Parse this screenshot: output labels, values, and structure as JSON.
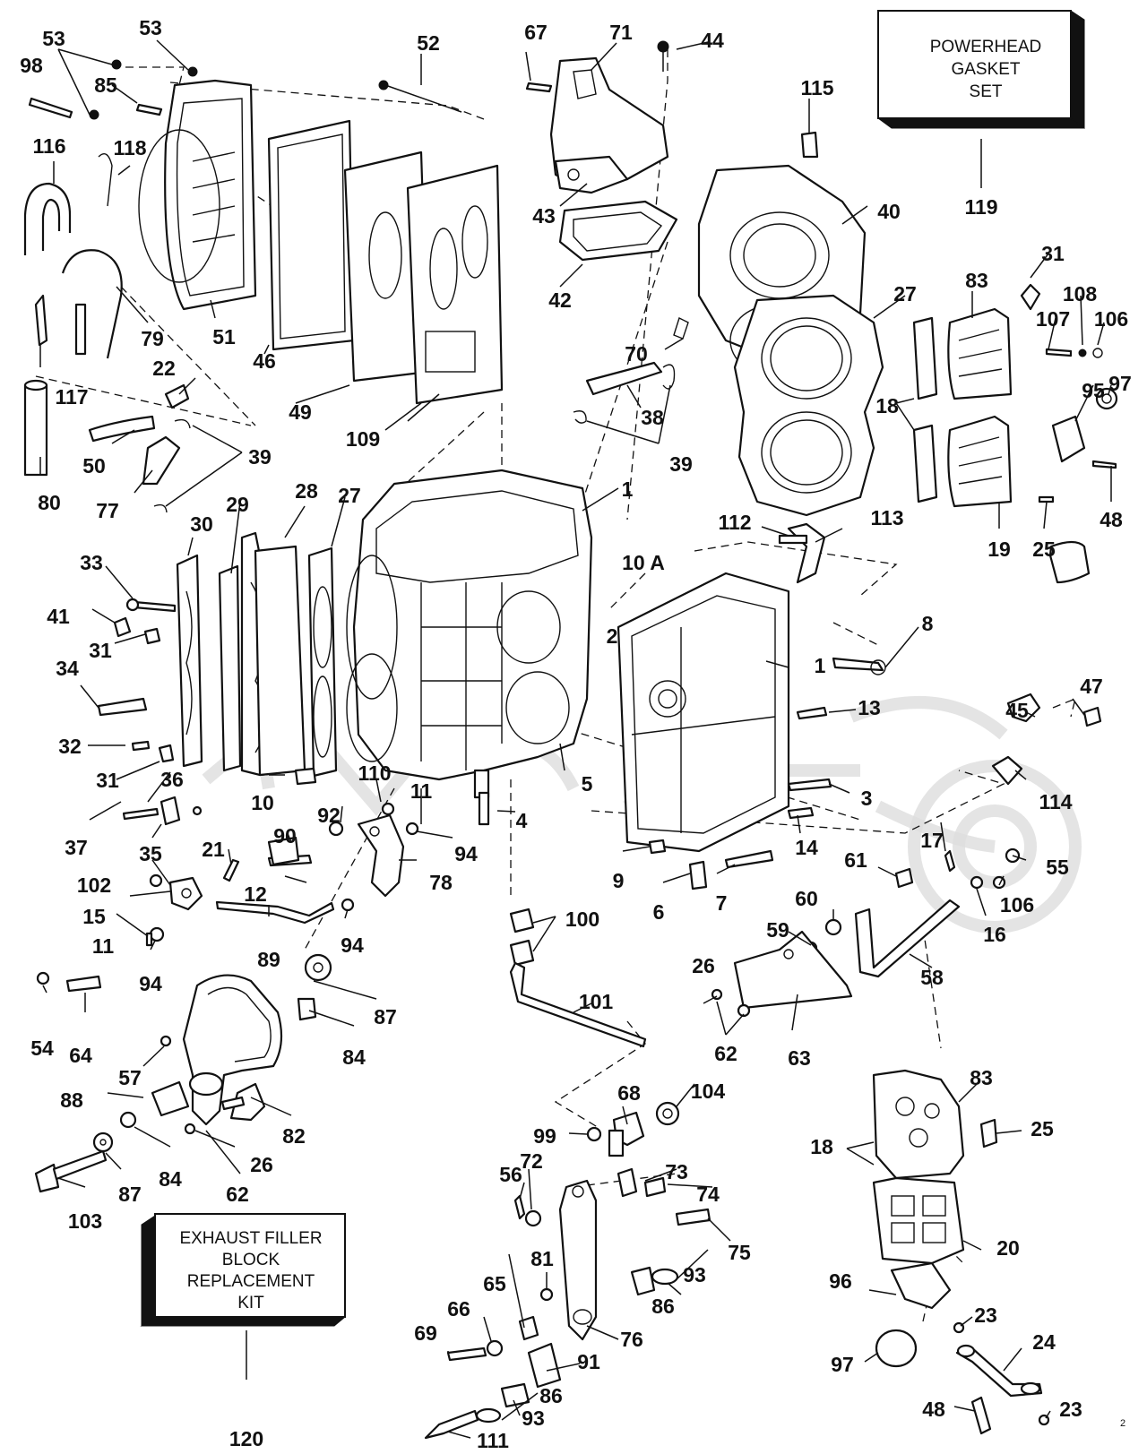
{
  "kits": {
    "powerhead": {
      "lines": [
        "POWERHEAD",
        "GASKET",
        "SET"
      ],
      "ref": "119"
    },
    "exhaust": {
      "lines": [
        "EXHAUST FILLER",
        "BLOCK",
        "REPLACEMENT",
        "KIT"
      ],
      "ref": "120"
    }
  },
  "callouts": [
    "53",
    "53",
    "98",
    "85",
    "116",
    "118",
    "51",
    "79",
    "117",
    "46",
    "49",
    "52",
    "67",
    "71",
    "44",
    "43",
    "42",
    "115",
    "40",
    "27",
    "31",
    "83",
    "107",
    "108",
    "106",
    "18",
    "95",
    "97",
    "48",
    "19",
    "25",
    "119",
    "70",
    "38",
    "39",
    "22",
    "50",
    "77",
    "39",
    "80",
    "109",
    "1",
    "10 A",
    "112",
    "113",
    "8",
    "2",
    "1",
    "13",
    "3",
    "5",
    "4",
    "14",
    "30",
    "29",
    "28",
    "27",
    "33",
    "41",
    "31",
    "34",
    "32",
    "31",
    "36",
    "37",
    "35",
    "10",
    "110",
    "11",
    "92",
    "94",
    "78",
    "90",
    "21",
    "12",
    "102",
    "15",
    "11",
    "94",
    "89",
    "94",
    "9",
    "6",
    "7",
    "45",
    "47",
    "114",
    "17",
    "61",
    "55",
    "106",
    "16",
    "60",
    "59",
    "58",
    "100",
    "101",
    "54",
    "64",
    "57",
    "87",
    "84",
    "26",
    "62",
    "63",
    "88",
    "82",
    "84",
    "87",
    "62",
    "26",
    "103",
    "68",
    "104",
    "99",
    "56",
    "72",
    "73",
    "74",
    "75",
    "65",
    "81",
    "86",
    "93",
    "66",
    "69",
    "76",
    "91",
    "86",
    "93",
    "111",
    "83",
    "25",
    "18",
    "20",
    "96",
    "23",
    "24",
    "97",
    "48",
    "23",
    "120"
  ],
  "corner_mark": "2"
}
